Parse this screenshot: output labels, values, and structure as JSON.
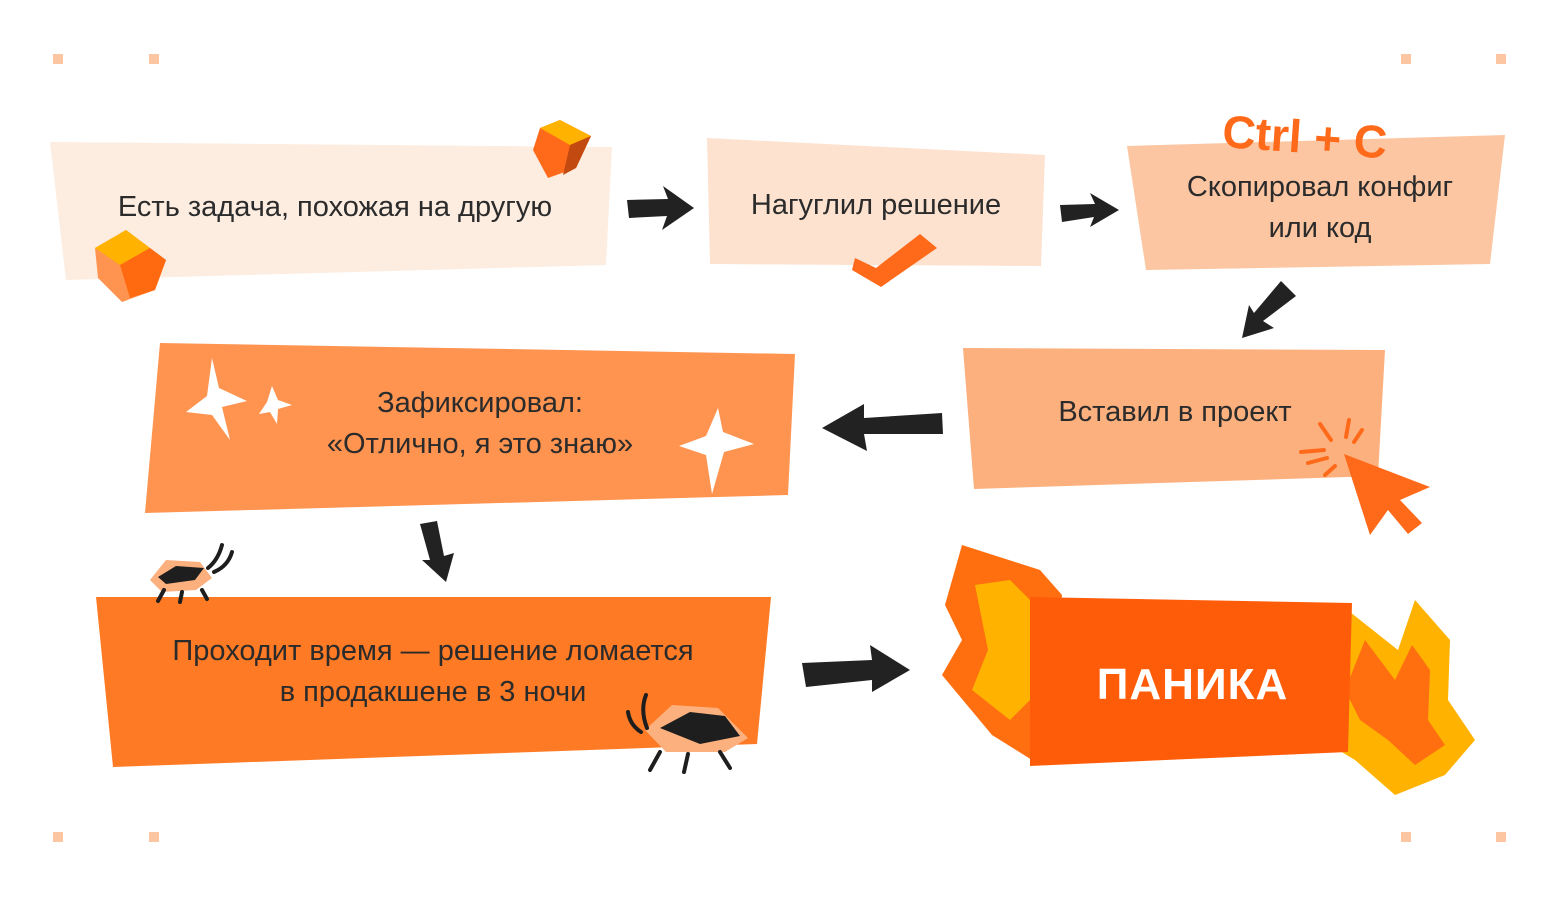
{
  "steps": [
    {
      "id": "step-1",
      "lines": [
        "Есть задача, похожая на другую"
      ]
    },
    {
      "id": "step-2",
      "lines": [
        "Нагуглил решение"
      ]
    },
    {
      "id": "step-3",
      "lines": [
        "Скопировал конфиг",
        "или код"
      ]
    },
    {
      "id": "step-4",
      "lines": [
        "Вставил в проект"
      ]
    },
    {
      "id": "step-5",
      "lines": [
        "Зафиксировал:",
        "«Отлично, я это знаю»"
      ]
    },
    {
      "id": "step-6",
      "lines": [
        "Проходит время — решение ломается",
        "в продакшене в 3 ночи"
      ]
    }
  ],
  "final": {
    "label": "ПАНИКА"
  },
  "annotations": {
    "shortcut": "Ctrl + C"
  },
  "colors": {
    "step_1_fill": "#fdece0",
    "step_2_fill": "#fde2cf",
    "step_3_fill": "#fcc6a2",
    "step_4_fill": "#fcb07e",
    "step_5_fill": "#ff9450",
    "step_6_fill": "#ff7a24",
    "panic_fill": "#ff5c0a",
    "flame_outer": "#ff6f10",
    "flame_inner": "#ffb300",
    "arrow": "#222222",
    "accent": "#ff6a1a",
    "corner_marks": "#fcc6a2"
  },
  "icons": [
    "cube-icon",
    "checkmark-icon",
    "cursor-icon",
    "sparkle-icon",
    "bug-icon",
    "flame-icon",
    "arrow-icon"
  ]
}
